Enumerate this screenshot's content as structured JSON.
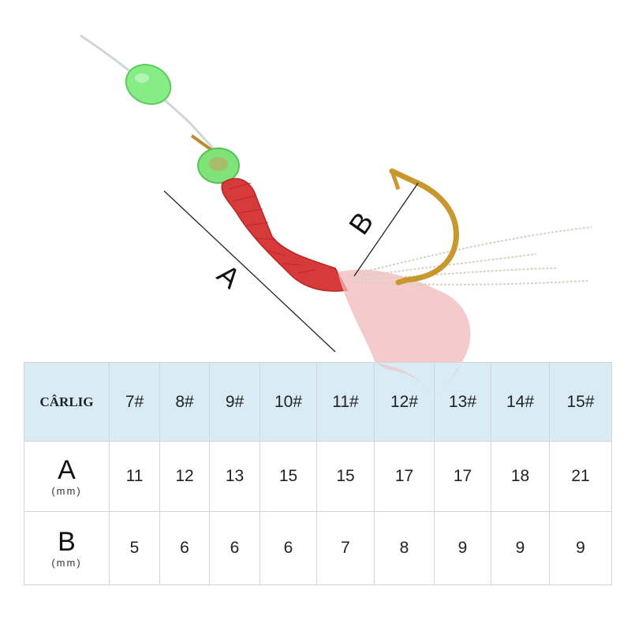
{
  "diagram": {
    "label_a": "A",
    "label_b": "B"
  },
  "table": {
    "header_label": "CÂRLIG",
    "sizes": [
      "7#",
      "8#",
      "9#",
      "10#",
      "11#",
      "12#",
      "13#",
      "14#",
      "15#"
    ],
    "rows": [
      {
        "letter": "A",
        "unit": "(mm)",
        "values": [
          "11",
          "12",
          "13",
          "15",
          "15",
          "17",
          "17",
          "18",
          "21"
        ]
      },
      {
        "letter": "B",
        "unit": "(mm)",
        "values": [
          "5",
          "6",
          "6",
          "6",
          "7",
          "8",
          "9",
          "9",
          "9"
        ]
      }
    ]
  },
  "colors": {
    "header_bg": "#d9ecf6",
    "bead_green": "#7ee87a",
    "skirt_red": "#d63a3a",
    "hook_gold": "#c8972e"
  }
}
